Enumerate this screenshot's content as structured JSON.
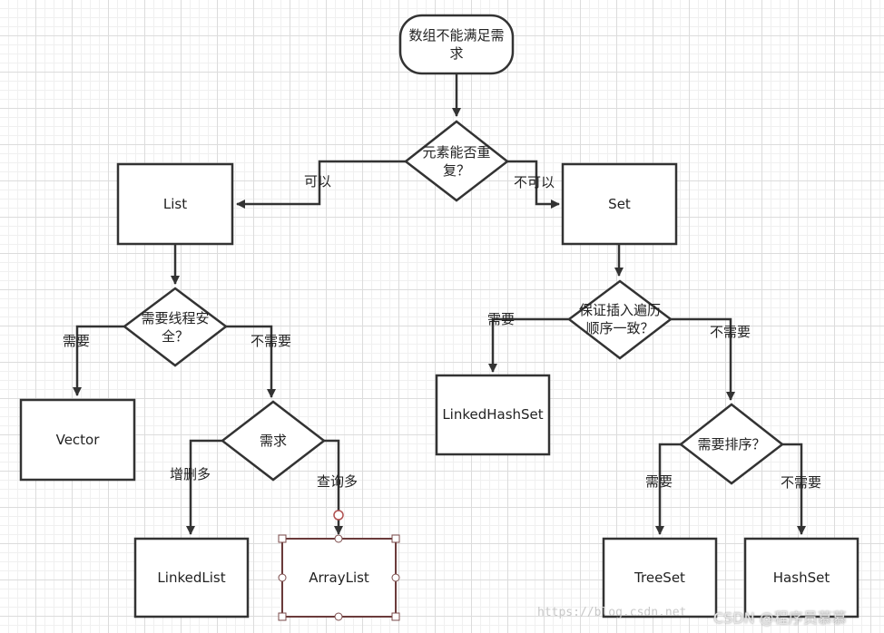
{
  "nodes": {
    "start": "数组不能满足需求",
    "dup_q": "元素能否重复？",
    "list": "List",
    "set": "Set",
    "thread_q": "需要线程安全？",
    "vector": "Vector",
    "need_q": "需求",
    "linkedlist": "LinkedList",
    "arraylist": "ArrayList",
    "order_q": "保证插入遍历顺序一致？",
    "linkedhashset": "LinkedHashSet",
    "sort_q": "需要排序？",
    "treeset": "TreeSet",
    "hashset": "HashSet"
  },
  "edges": {
    "can": "可以",
    "cannot": "不可以",
    "thread_yes": "需要",
    "thread_no": "不需要",
    "more_add_delete": "增删多",
    "more_query": "查询多",
    "order_yes": "需要",
    "order_no": "不需要",
    "sort_yes": "需要",
    "sort_no": "不需要"
  },
  "watermark": {
    "url": "https://blog.csdn.net",
    "credit": "CSDN @程序员慕慕"
  }
}
